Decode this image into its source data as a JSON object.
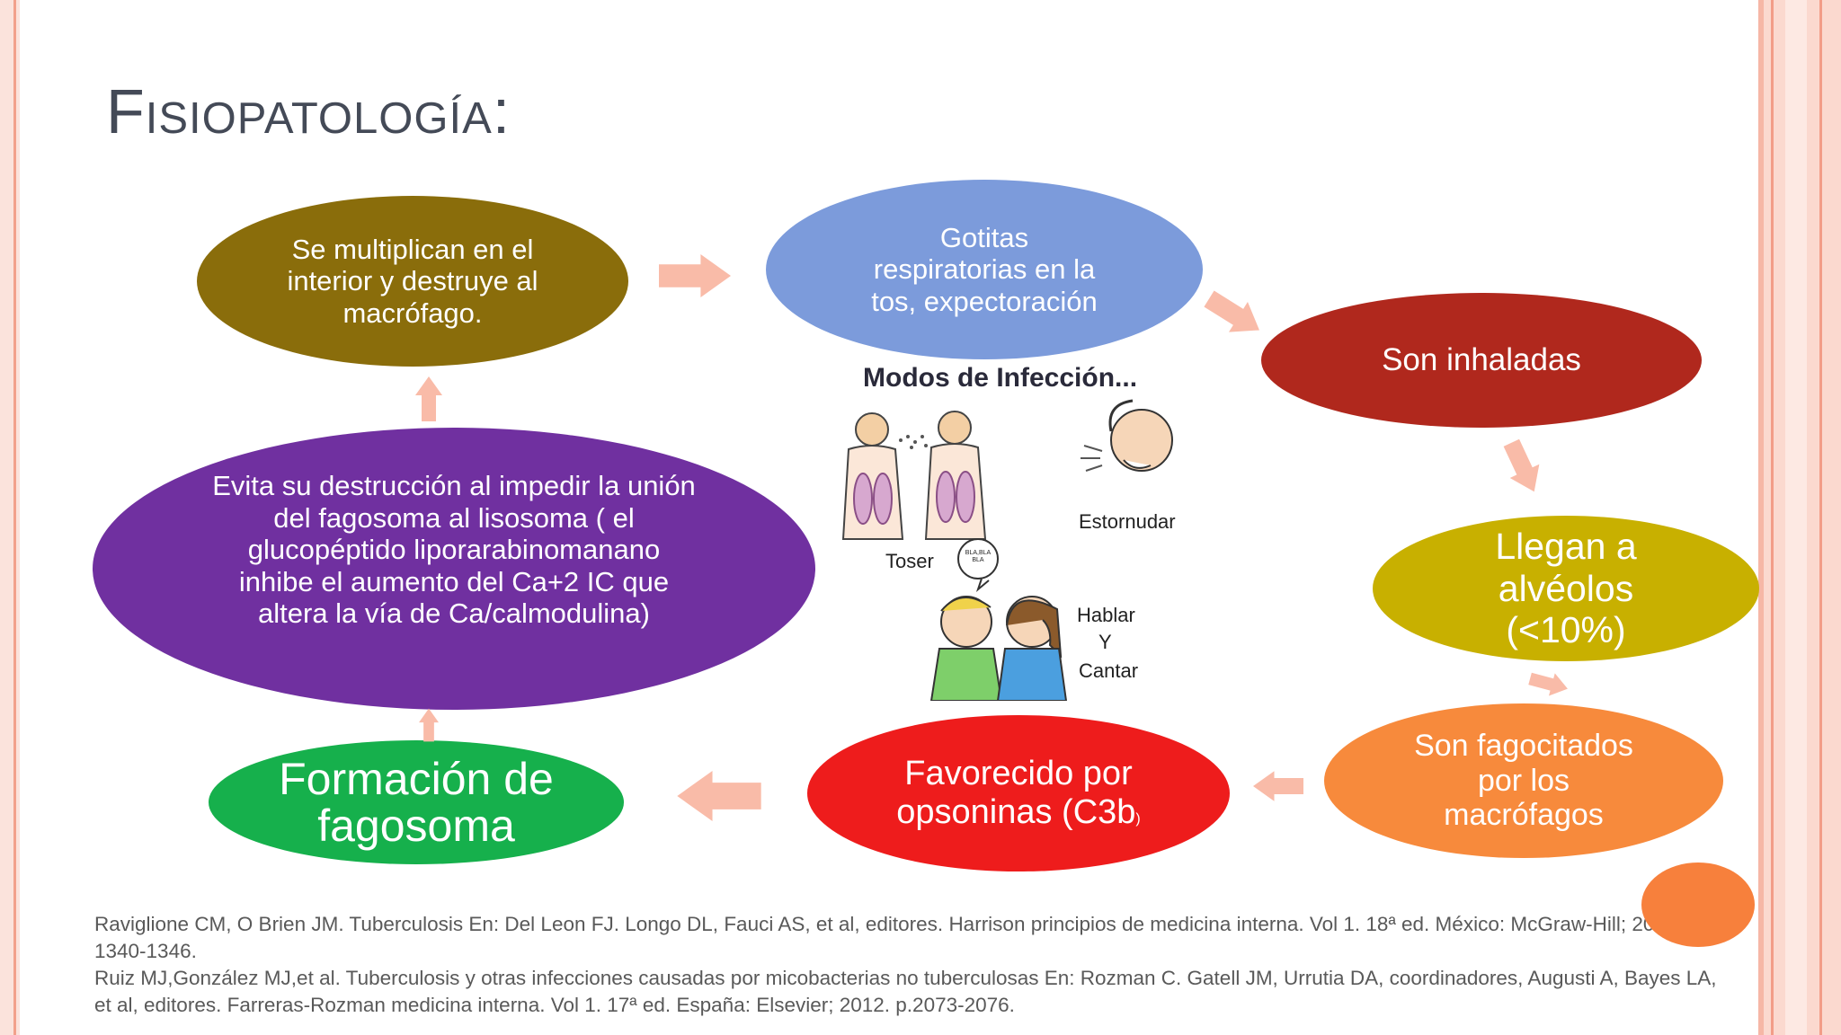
{
  "slide": {
    "title": "Fisiopatología:"
  },
  "cycle": {
    "multiplican": "Se multiplican en el interior y destruye al macrófago.",
    "gotitas": "Gotitas respiratorias en la tos, expectoración",
    "inhaladas": "Son inhaladas",
    "alveolos": "Llegan a alvéolos (<10%)",
    "fagocitados": "Son fagocitados por los macrófagos",
    "opsoninas_main": "Favorecido por opsoninas (C3b",
    "opsoninas_paren": ")",
    "fagosoma": "Formación de fagosoma",
    "evita": "Evita su destrucción al impedir  la unión del fagosoma al lisosoma ( el glucopéptido liporarabinomanano inhibe el aumento del Ca+2 IC que altera la vía de Ca/calmodulina)"
  },
  "illustration": {
    "title": "Modos de Infección...",
    "toser": "Toser",
    "estornudar": "Estornudar",
    "hablar": "Hablar",
    "y": "Y",
    "cantar": "Cantar",
    "speech": "BLA,BLA BLA"
  },
  "references": [
    "Raviglione CM, O Brien JM. Tuberculosis En: Del Leon FJ. Longo DL, Fauci AS, et al, editores. Harrison principios de medicina interna. Vol 1. 18ª ed. México: McGraw-Hill; 2012. p. 1340-1346.",
    "Ruiz MJ,González MJ,et al. Tuberculosis y otras infecciones causadas por micobacterias no tuberculosas En: Rozman C. Gatell JM, Urrutia DA, coordinadores, Augusti A, Bayes LA, et al, editores. Farreras-Rozman medicina interna. Vol 1. 17ª ed.  España: Elsevier; 2012. p.2073-2076."
  ],
  "colors": {
    "multiplican": "#8a6d0b",
    "gotitas": "#7c9bdb",
    "inhaladas": "#b0281d",
    "alveolos": "#c8b000",
    "fagocitados": "#f78a3c",
    "opsoninas": "#ee1c1c",
    "fagosoma": "#16b04c",
    "evita": "#7030a0",
    "arrow": "#f9bba8",
    "title": "#444a57",
    "refs": "#595959"
  }
}
